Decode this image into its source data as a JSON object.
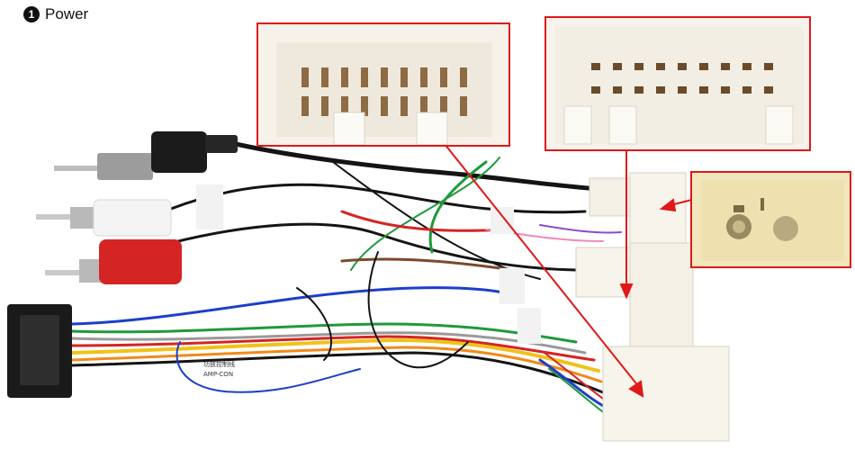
{
  "title": {
    "badge": "1",
    "text": "Power"
  },
  "labels": {
    "amp_label_top": "功放控制线",
    "amp_label_bottom": "AMP-CON"
  },
  "colors": {
    "callout_border": "#e01818",
    "arrow": "#e01818",
    "connector_body": "#f4f0e6",
    "wire_red": "#d42424",
    "wire_yellow": "#f0c21a",
    "wire_blue": "#1d3fc8",
    "wire_green": "#1f9a3a",
    "wire_orange": "#f08a1a",
    "wire_black": "#141414",
    "wire_brown": "#7a4a2a",
    "wire_pink": "#f08ab4",
    "wire_purple": "#8a4ad0",
    "wire_gray": "#9a9a9a"
  }
}
